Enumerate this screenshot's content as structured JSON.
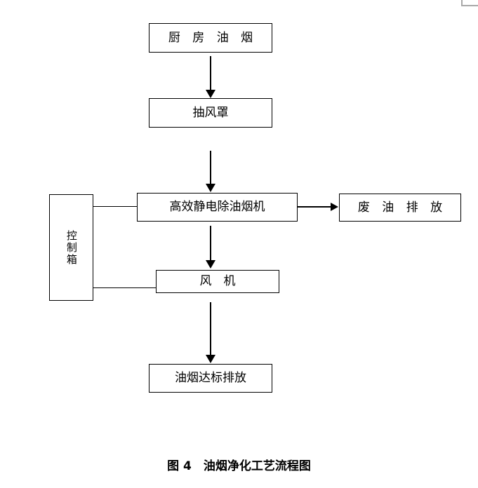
{
  "figure": {
    "caption": "图 4　油烟净化工艺流程图",
    "type": "process-flow-diagram"
  },
  "nodes": {
    "kitchen_fumes": "厨 房 油 烟",
    "exhaust_hood": "抽风罩",
    "purifier": "高效静电除油烟机",
    "waste_oil": "废 油 排 放",
    "fan": "风　机",
    "final_discharge": "油烟达标排放",
    "control_box": "控制箱"
  },
  "edges": [
    {
      "from": "kitchen_fumes",
      "to": "exhaust_hood",
      "style": "arrow",
      "direction": "down"
    },
    {
      "from": "exhaust_hood",
      "to": "purifier",
      "style": "arrow",
      "direction": "down"
    },
    {
      "from": "purifier",
      "to": "waste_oil",
      "style": "arrow",
      "direction": "right"
    },
    {
      "from": "purifier",
      "to": "fan",
      "style": "arrow",
      "direction": "down"
    },
    {
      "from": "fan",
      "to": "final_discharge",
      "style": "arrow",
      "direction": "down"
    },
    {
      "from": "control_box",
      "to": "purifier",
      "style": "line",
      "direction": "right"
    },
    {
      "from": "control_box",
      "to": "fan",
      "style": "line",
      "direction": "right"
    }
  ],
  "colors": {
    "line": "#000000",
    "text": "#000000",
    "background": "#ffffff",
    "crop_mark": "#a8a8a8"
  }
}
